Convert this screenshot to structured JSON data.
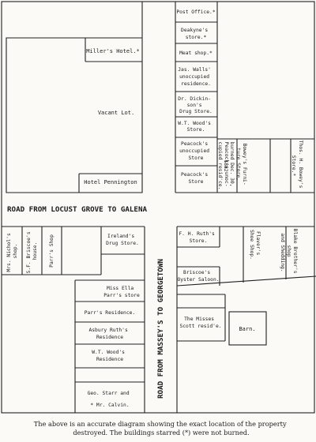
{
  "roads": {
    "horizontal": "ROAD FROM LOCUST GROVE TO GALENA",
    "vertical": "ROAD FROM MASSEY'S TO GEORGETOWN"
  },
  "buildings": {
    "post_office": "Post Office.*",
    "deakyne": [
      "Deakyne's",
      "store.*"
    ],
    "meat_shop": "Meat shop.*",
    "jas_walls": [
      "Jas. Walls'",
      "unoccupied",
      "residence."
    ],
    "dr_dickinson": [
      "Dr. Dickin-",
      "son's",
      "Drug Store."
    ],
    "wt_wood_store": [
      "W.T. Wood's",
      "Store."
    ],
    "peacock_unoccupied": [
      "Peacock's",
      "unoccupied",
      "Store"
    ],
    "peacock_store": [
      "Peacock's",
      "Store"
    ],
    "peacock_resid": [
      "Peacock's unoc-",
      "cupied resid'ce."
    ],
    "boweys": [
      "Bowey's Furni-",
      "ture Store,",
      "burned Dec. 30,",
      "1882"
    ],
    "thos_boweys": [
      "Thos. H. Bowey's",
      "Store.*"
    ],
    "millers_hotel": "Miller's Hotel.*",
    "vacant_lot": "Vacant Lot.",
    "hotel_pennington": "Hotel Pennington",
    "mrs_nichol": [
      "Mrs. Nichol's",
      "shop."
    ],
    "sf_briscoe": [
      "S.F. Briscoe's",
      "house."
    ],
    "parrs_shop": "Parr's Shop",
    "irelands": [
      "Ireland's",
      "Drug Store."
    ],
    "miss_ella_parr": [
      "Miss Ella",
      "Parr's store"
    ],
    "parrs_residence": "Parr's Residence.",
    "asbury_ruth": [
      "Asbury Ruth's",
      "Residence"
    ],
    "wt_wood_residence": [
      "W.T. Wood's",
      "Residence"
    ],
    "geo_starr": [
      "Geo. Starr and",
      "* Mr. Calvin."
    ],
    "fh_ruth": [
      "F. H. Ruth's",
      "Store."
    ],
    "briscoes_oyster": [
      "Briscoe's",
      "Oyster Saloon."
    ],
    "misses_scott": [
      "The Misses",
      "Scott resid'e."
    ],
    "barn": "Barn.",
    "flavers": [
      "Flaver's",
      "Shoe Shop."
    ],
    "blake_brothers": [
      "Blake Brother's",
      "shop",
      "and Shedding."
    ]
  },
  "caption": [
    "The above is an accurate diagram showing the exact location of the property",
    "destroyed. The buildings starred (*) were not burned."
  ]
}
